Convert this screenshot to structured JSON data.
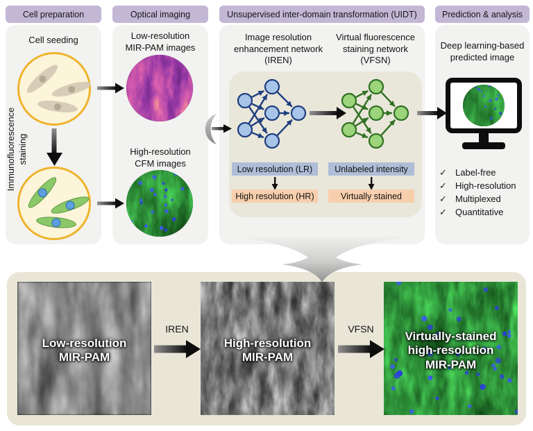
{
  "colors": {
    "header_bg": "#c3b7d6",
    "column_bg": "#f2f2f1",
    "network_box_bg": "#e9e6da",
    "bottom_panel_bg": "#e9e6d8",
    "input_tag_bg": "#afbdd7",
    "output_tag_bg": "#f8cfad",
    "blue_node_fill": "#a9c4e9",
    "blue_node_stroke": "#1d3e7e",
    "green_node_fill": "#9cd47c",
    "green_node_stroke": "#2f7021",
    "dish_border": "#efb32d",
    "dish_fill": "#fcf5d9"
  },
  "pipeline": {
    "cell_preparation": {
      "header": "Cell preparation",
      "cell_seeding_label": "Cell seeding",
      "staining_label": "Immunofluorescence\nstaining"
    },
    "optical_imaging": {
      "header": "Optical imaging",
      "mir_pam_label": "Low-resolution\nMIR-PAM images",
      "cfm_label": "High-resolution\nCFM images"
    },
    "uidt": {
      "header": "Unsupervised inter-domain transformation (UIDT)",
      "iren_title": "Image resolution\nenhancement network\n(IREN)",
      "vfsn_title": "Virtual fluorescence\nstaining network\n(VFSN)",
      "iren_input_label": "Low resolution (LR)",
      "iren_output_label": "High resolution (HR)",
      "vfsn_input_label": "Unlabeled intensity",
      "vfsn_output_label": "Virtually stained"
    },
    "prediction": {
      "header": "Prediction & analysis",
      "title": "Deep learning-based\npredicted image",
      "check_glyph": "✓",
      "checklist": [
        "Label-free",
        "High-resolution",
        "Multiplexed",
        "Quantitative"
      ]
    }
  },
  "bottom_panel": {
    "image1_label": "Low-resolution\nMIR-PAM",
    "arrow1_label": "IREN",
    "image2_label": "High-resolution\nMIR-PAM",
    "arrow2_label": "VFSN",
    "image3_label": "Virtually-stained\nhigh-resolution\nMIR-PAM"
  }
}
